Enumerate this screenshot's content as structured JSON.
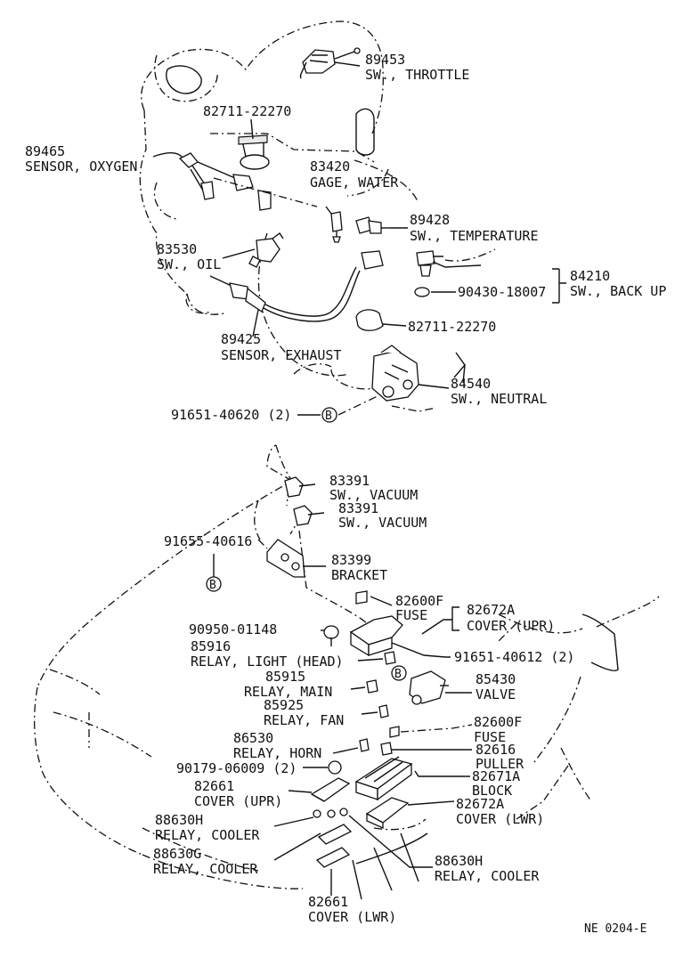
{
  "labels": {
    "sw_throttle": {
      "no": "89453",
      "name": "SW., THROTTLE"
    },
    "clamp_upper": {
      "no": "82711-22270"
    },
    "sensor_oxygen": {
      "no": "89465",
      "name": "SENSOR, OXYGEN"
    },
    "gage_water": {
      "no": "83420",
      "name": "GAGE, WATER"
    },
    "sw_temperature": {
      "no": "89428",
      "name": "SW., TEMPERATURE"
    },
    "sw_oil": {
      "no": "83530",
      "name": "SW., OIL"
    },
    "sw_back_up": {
      "no": "84210",
      "name": "SW., BACK UP"
    },
    "gasket": {
      "no": "90430-18007"
    },
    "clamp_lower": {
      "no": "82711-22270"
    },
    "sensor_exhaust": {
      "no": "89425",
      "name": "SENSOR, EXHAUST"
    },
    "sw_neutral": {
      "no": "84540",
      "name": "SW., NEUTRAL"
    },
    "bolt_neutral": {
      "no": "91651-40620 (2)"
    },
    "sw_vacuum_1": {
      "no": "83391",
      "name": "SW., VACUUM"
    },
    "sw_vacuum_2": {
      "no": "83391",
      "name": "SW., VACUUM"
    },
    "bolt_bracket": {
      "no": "91655-40616"
    },
    "bracket": {
      "no": "83399",
      "name": "BRACKET"
    },
    "fuse_upper": {
      "no": "82600F",
      "name": "FUSE"
    },
    "cover_upr_group": {
      "no": "82672A",
      "name": "COVER (UPR)"
    },
    "clip_upper": {
      "no": "90950-01148"
    },
    "relay_light_head": {
      "no": "85916",
      "name": "RELAY, LIGHT (HEAD)"
    },
    "bolt_valve": {
      "no": "91651-40612 (2)"
    },
    "relay_main": {
      "no": "85915",
      "name": "RELAY, MAIN"
    },
    "valve": {
      "no": "85430",
      "name": "VALVE"
    },
    "relay_fan": {
      "no": "85925",
      "name": "RELAY, FAN"
    },
    "fuse_lower": {
      "no": "82600F",
      "name": "FUSE"
    },
    "relay_horn": {
      "no": "86530",
      "name": "RELAY, HORN"
    },
    "puller": {
      "no": "82616",
      "name": "PULLER"
    },
    "clip_lower": {
      "no": "90179-06009 (2)"
    },
    "block": {
      "no": "82671A",
      "name": "BLOCK"
    },
    "cover_upr_small": {
      "no": "82661",
      "name": "COVER (UPR)"
    },
    "cover_lwr_large": {
      "no": "82672A",
      "name": "COVER (LWR)"
    },
    "relay_cooler_h1": {
      "no": "88630H",
      "name": "RELAY, COOLER"
    },
    "relay_cooler_g": {
      "no": "88630G",
      "name": "RELAY, COOLER"
    },
    "relay_cooler_h2": {
      "no": "88630H",
      "name": "RELAY, COOLER"
    },
    "cover_lwr_small": {
      "no": "82661",
      "name": "COVER (LWR)"
    }
  },
  "markers": {
    "b_symbol": "B"
  },
  "footer": {
    "code": "NE 0204-E"
  }
}
